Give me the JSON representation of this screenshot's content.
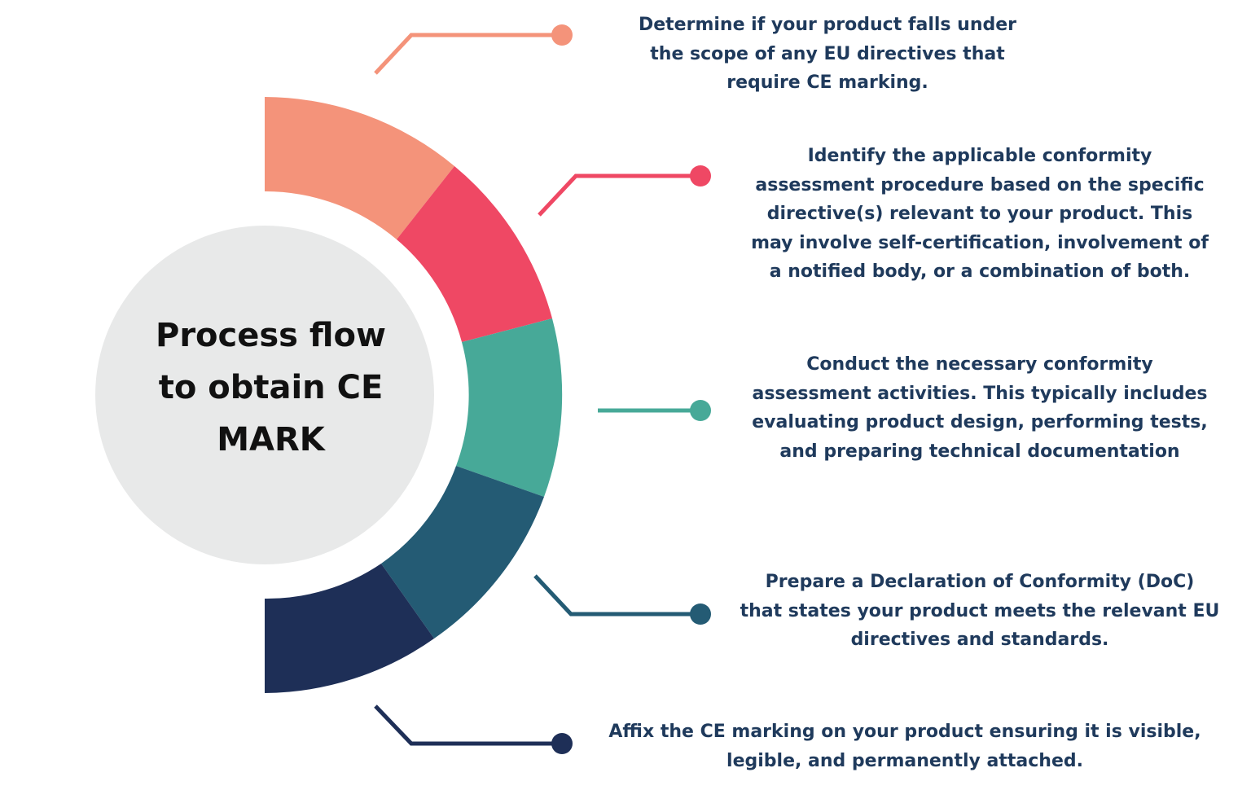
{
  "title_lines": [
    "Process flow",
    "to obtain CE",
    "MARK"
  ],
  "colors": {
    "step1": "#f4937a",
    "step2": "#ef4864",
    "step3": "#47a998",
    "step4": "#245b74",
    "step5": "#1e2f57",
    "center_circle": "#e8e9e9",
    "text": "#1f3a5c",
    "title": "#111111"
  },
  "steps": [
    {
      "lines": [
        "Determine if your product falls under",
        "the scope of any EU directives that",
        "require CE marking."
      ]
    },
    {
      "lines": [
        "Identify the applicable conformity",
        "assessment procedure based on the specific",
        "directive(s) relevant to your product. This",
        "may involve self-certification, involvement of",
        "a notified body, or a combination of both."
      ]
    },
    {
      "lines": [
        "Conduct the necessary conformity",
        "assessment activities. This typically includes",
        "evaluating product design, performing tests,",
        "and preparing technical documentation"
      ]
    },
    {
      "lines": [
        "Prepare a Declaration of Conformity (DoC)",
        "that states your product meets the relevant EU",
        "directives and standards."
      ]
    },
    {
      "lines": [
        "Affix the CE marking on your product ensuring it is visible,",
        "legible, and permanently attached."
      ]
    }
  ]
}
